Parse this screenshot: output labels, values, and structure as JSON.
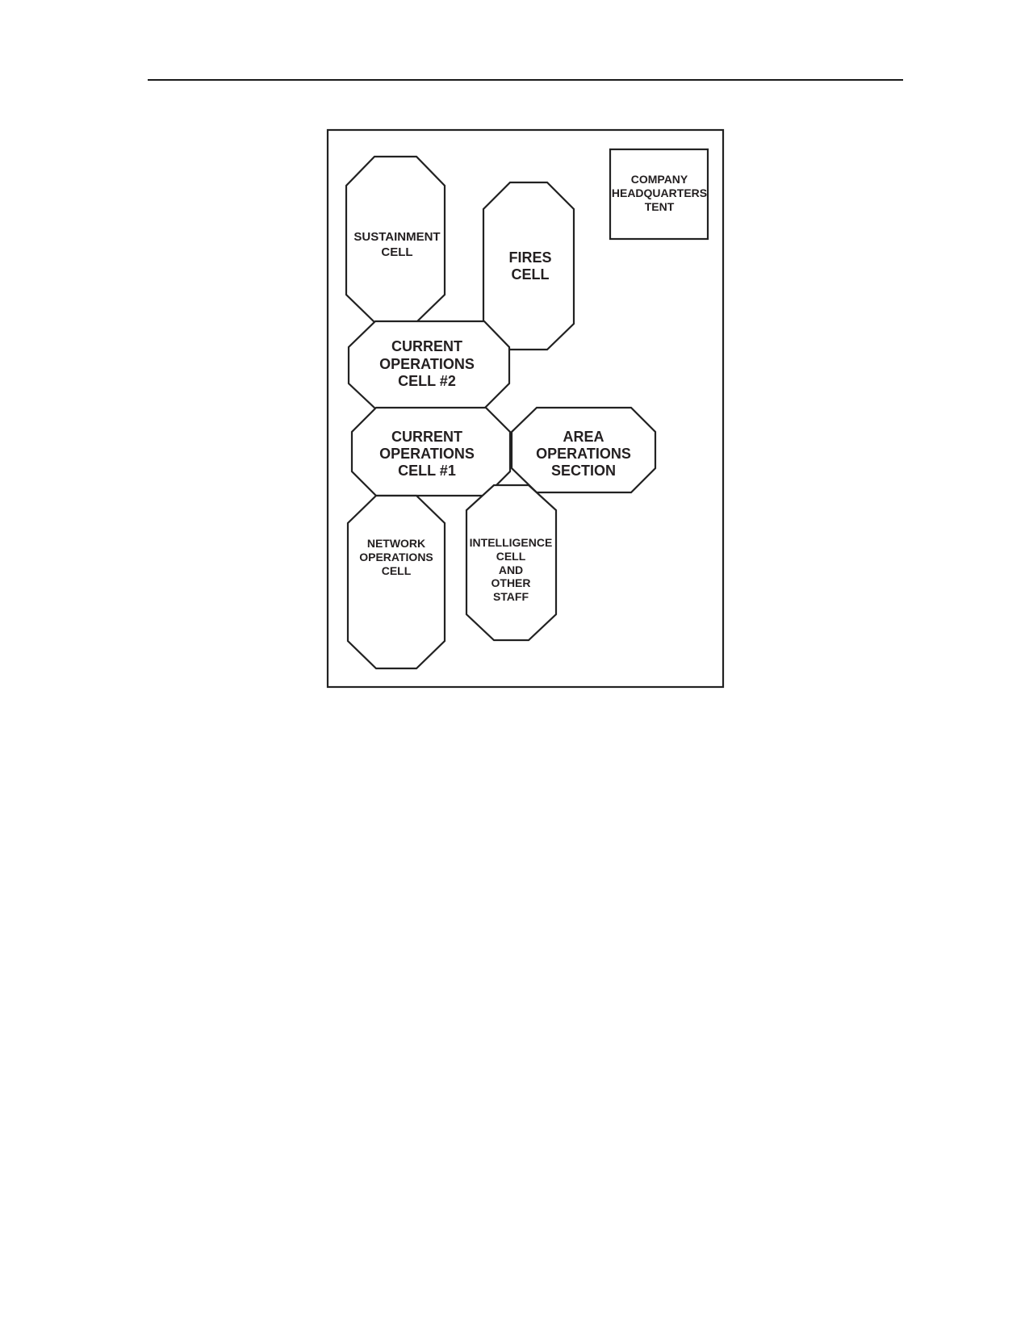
{
  "diagram": {
    "company_hq": [
      "COMPANY",
      "HEADQUARTERS",
      "TENT"
    ],
    "sustainment_cell": [
      "SUSTAINMENT",
      "CELL"
    ],
    "fires_cell": [
      "FIRES",
      "CELL"
    ],
    "current_ops_2": [
      "CURRENT",
      "OPERATIONS",
      "CELL #2"
    ],
    "current_ops_1": [
      "CURRENT",
      "OPERATIONS",
      "CELL #1"
    ],
    "area_ops": [
      "AREA",
      "OPERATIONS",
      "SECTION"
    ],
    "network_ops": [
      "NETWORK",
      "OPERATIONS",
      "CELL"
    ],
    "intel_cell": [
      "INTELLIGENCE",
      "CELL",
      "AND",
      "OTHER",
      "STAFF"
    ]
  }
}
